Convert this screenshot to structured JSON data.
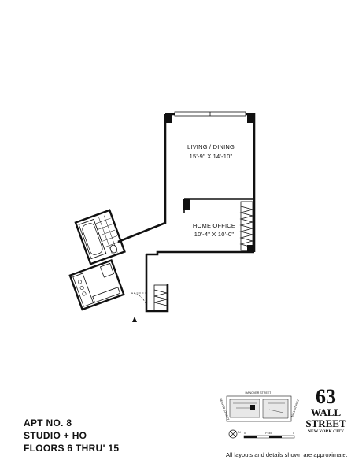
{
  "rooms": [
    {
      "name": "LIVING / DINING",
      "dims": "15'-9\" X 14'-10\""
    },
    {
      "name": "HOME OFFICE",
      "dims": "10'-4\" X 10'-0\""
    }
  ],
  "unit": {
    "apt": "APT NO. 8",
    "type": "STUDIO + HO",
    "floors": "FLOORS 6 THRU' 15"
  },
  "brand": {
    "number": "63",
    "line1": "WALL",
    "line2": "STREET",
    "city": "NEW YORK CITY"
  },
  "key_plan": {
    "street_top": "HANOVER STREET",
    "street_right": "WALL STREET",
    "street_left": "BEAVER STREET",
    "scale_label": "FEET",
    "scale_start": "0",
    "scale_end": "5",
    "north_label": "N"
  },
  "disclaimer": "All layouts and details shown are approximate."
}
